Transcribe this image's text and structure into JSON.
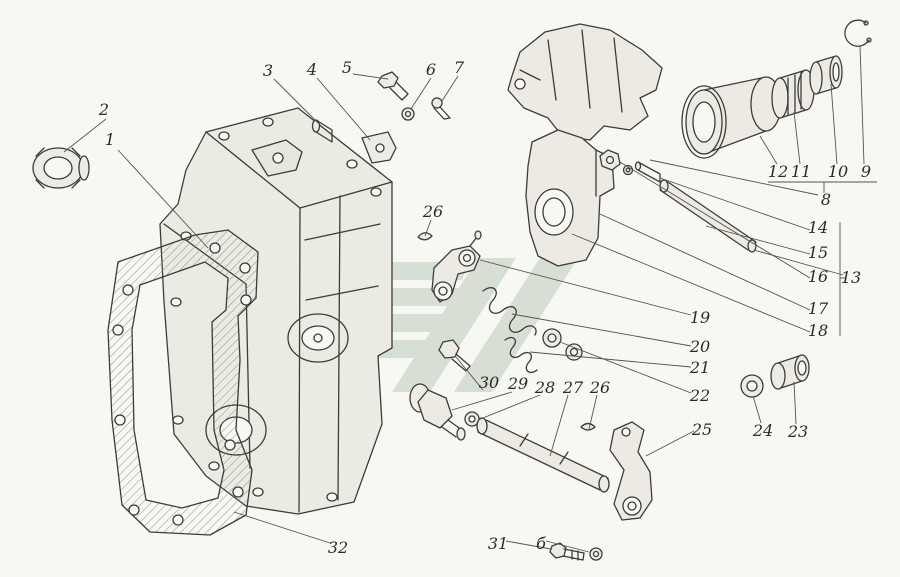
{
  "colors": {
    "background": "#f7f7f4",
    "line": "#3c3c38",
    "watermark": "#b2c1ae",
    "label": "#2b2b27"
  },
  "callouts": [
    {
      "label": "1"
    },
    {
      "label": "2"
    },
    {
      "label": "3"
    },
    {
      "label": "4"
    },
    {
      "label": "5"
    },
    {
      "label": "6"
    },
    {
      "label": "7"
    },
    {
      "label": "8"
    },
    {
      "label": "9"
    },
    {
      "label": "10"
    },
    {
      "label": "11"
    },
    {
      "label": "12"
    },
    {
      "label": "13"
    },
    {
      "label": "14"
    },
    {
      "label": "15"
    },
    {
      "label": "16"
    },
    {
      "label": "17"
    },
    {
      "label": "18"
    },
    {
      "label": "19"
    },
    {
      "label": "20"
    },
    {
      "label": "21"
    },
    {
      "label": "22"
    },
    {
      "label": "23"
    },
    {
      "label": "24"
    },
    {
      "label": "25"
    },
    {
      "label": "26"
    },
    {
      "label": "26"
    },
    {
      "label": "27"
    },
    {
      "label": "28"
    },
    {
      "label": "29"
    },
    {
      "label": "30"
    },
    {
      "label": "31"
    },
    {
      "label": "32"
    },
    {
      "label": "б"
    }
  ]
}
